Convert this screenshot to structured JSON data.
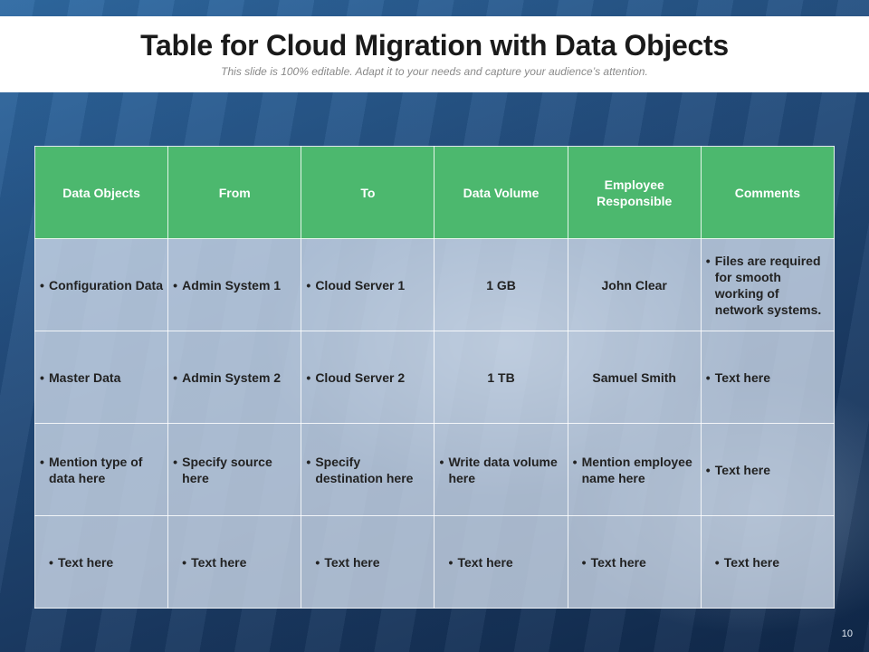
{
  "slide": {
    "title": "Table for Cloud Migration with Data Objects",
    "subtitle": "This slide is 100% editable. Adapt it to your needs and capture your audience’s attention.",
    "page_number": "10"
  },
  "table": {
    "headers": [
      "Data Objects",
      "From",
      "To",
      "Data Volume",
      "Employee Responsible",
      "Comments"
    ],
    "rows": [
      [
        "Configuration Data",
        "Admin  System 1",
        "Cloud Server 1",
        "1 GB",
        "John Clear",
        "Files are required for smooth working of network systems."
      ],
      [
        "Master Data",
        "Admin  System 2",
        "Cloud Server 2",
        "1 TB",
        "Samuel Smith",
        "Text here"
      ],
      [
        "Mention type of data here",
        "Specify source here",
        "Specify destination here",
        "Write data volume here",
        "Mention employee name here",
        "Text here"
      ],
      [
        "Text here",
        "Text here",
        "Text here",
        "Text here",
        "Text here",
        "Text here"
      ]
    ]
  },
  "colors": {
    "header_green": "#4cb86e",
    "cell_fill": "#d0dbea",
    "background_blue": "#244f80"
  }
}
